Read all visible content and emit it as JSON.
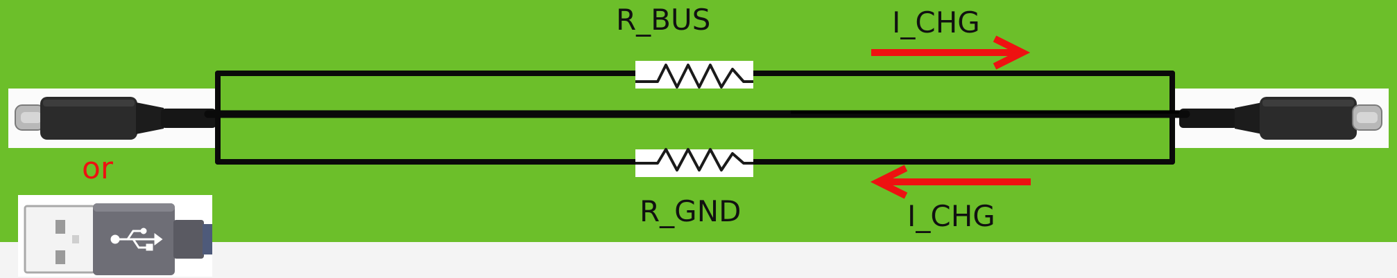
{
  "diagram": {
    "title": "USB cable charging path resistance",
    "labels": {
      "r_bus": "R_BUS",
      "r_gnd": "R_GND",
      "i_chg_top": "I_CHG",
      "i_chg_bottom": "I_CHG",
      "or": "or"
    },
    "components": {
      "resistor_bus": "resistor",
      "resistor_gnd": "resistor",
      "left_connector": "usb-type-c-plug",
      "right_connector": "usb-type-c-plug",
      "alt_connector": "usb-type-a-plug",
      "usb_symbol": "usb-trident-icon"
    },
    "colors": {
      "background": "#6cbf2a",
      "wire": "#0a0a0a",
      "arrow": "#ee1111",
      "or_text": "#ee1111",
      "label_text": "#111111",
      "plug_body": "#2b2b2b",
      "plug_tip": "#b8b8b8",
      "usb_a_body": "#6e6e76"
    },
    "current_direction": {
      "bus": "right",
      "gnd": "left"
    }
  }
}
